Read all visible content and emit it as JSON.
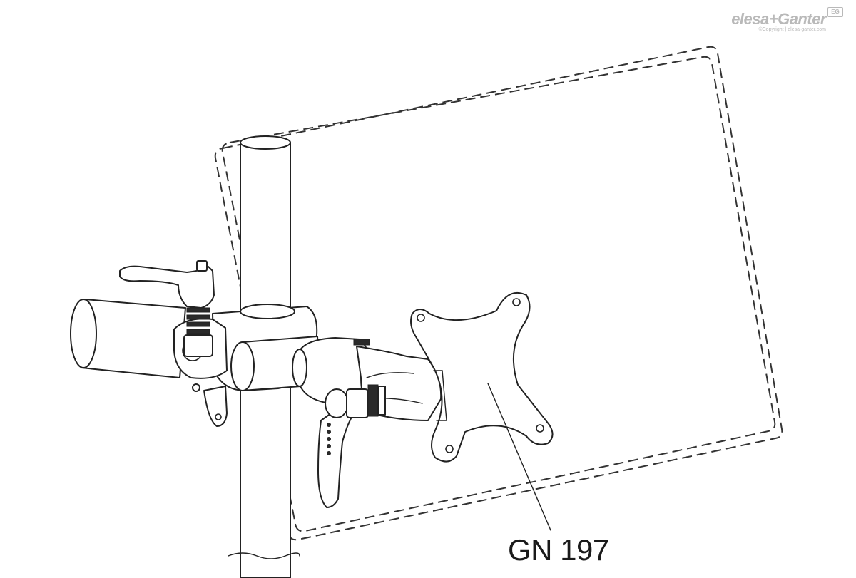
{
  "brand": {
    "name": "elesa+Ganter",
    "badge": "EG",
    "copyright": "©Copyright | elesa-ganter.com"
  },
  "callout": {
    "label": "GN 197"
  },
  "colors": {
    "line": "#222222",
    "background": "#ffffff",
    "watermark": "#b9b9b9"
  }
}
